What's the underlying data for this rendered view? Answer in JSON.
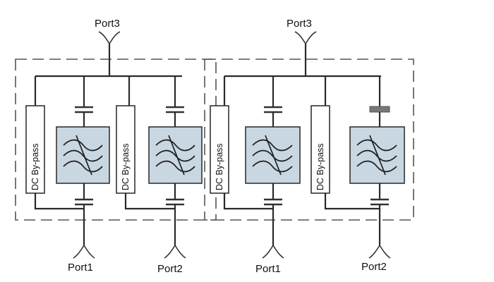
{
  "modules": [
    {
      "port_top": "Port3",
      "port_left": "Port1",
      "port_right": "Port2",
      "dc_left": "DC  By-pass",
      "dc_right": "DC  By-pass"
    },
    {
      "port_top": "Port3",
      "port_left": "Port1",
      "port_right": "Port2",
      "dc_left": "DC  By-pass",
      "dc_right": "DC  By-pass"
    }
  ],
  "colors": {
    "filter_fill": "#c9d7e2",
    "line": "#2a2a2a",
    "enclosure": "#555555",
    "blocked_plate": "#777777"
  },
  "icons": {
    "port": "antenna-port-icon",
    "filter": "bandpass-filter-icon",
    "capacitor": "capacitor-icon"
  }
}
